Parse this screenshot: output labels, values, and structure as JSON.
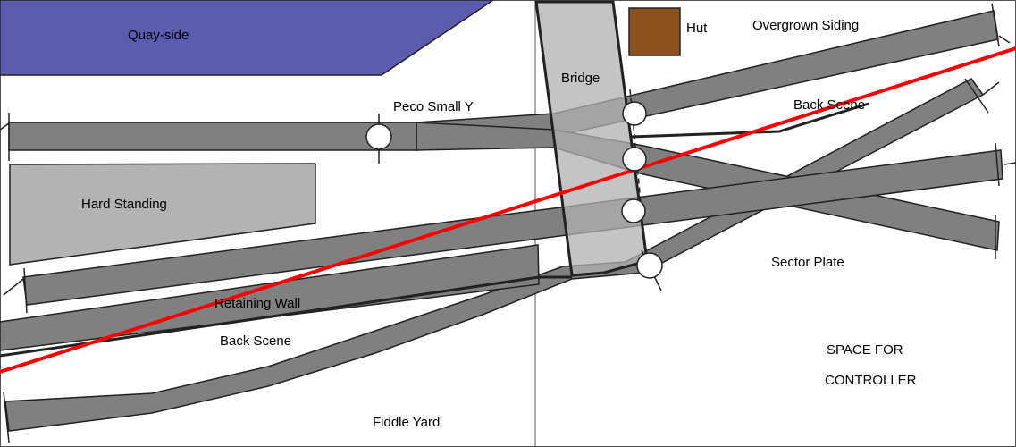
{
  "labels": {
    "quayside": "Quay-side",
    "hut": "Hut",
    "overgrown_siding": "Overgrown Siding",
    "bridge": "Bridge",
    "peco_small_y": "Peco Small Y",
    "back_scene_right": "Back Scene",
    "hard_standing": "Hard Standing",
    "sector_plate": "Sector Plate",
    "retaining_wall": "Retaining Wall",
    "back_scene_left": "Back Scene",
    "space_for_line1": "SPACE FOR",
    "space_for_line2": "CONTROLLER",
    "fiddle_yard": "Fiddle Yard"
  },
  "colors": {
    "track": "#808080",
    "quayside": "#5b5baf",
    "hut": "#8b5220",
    "hard_standing": "#b3b3b3",
    "bridge": "#b0b0b0",
    "baseboard_edge": "#ff0000",
    "outline": "#1a1a1a"
  }
}
